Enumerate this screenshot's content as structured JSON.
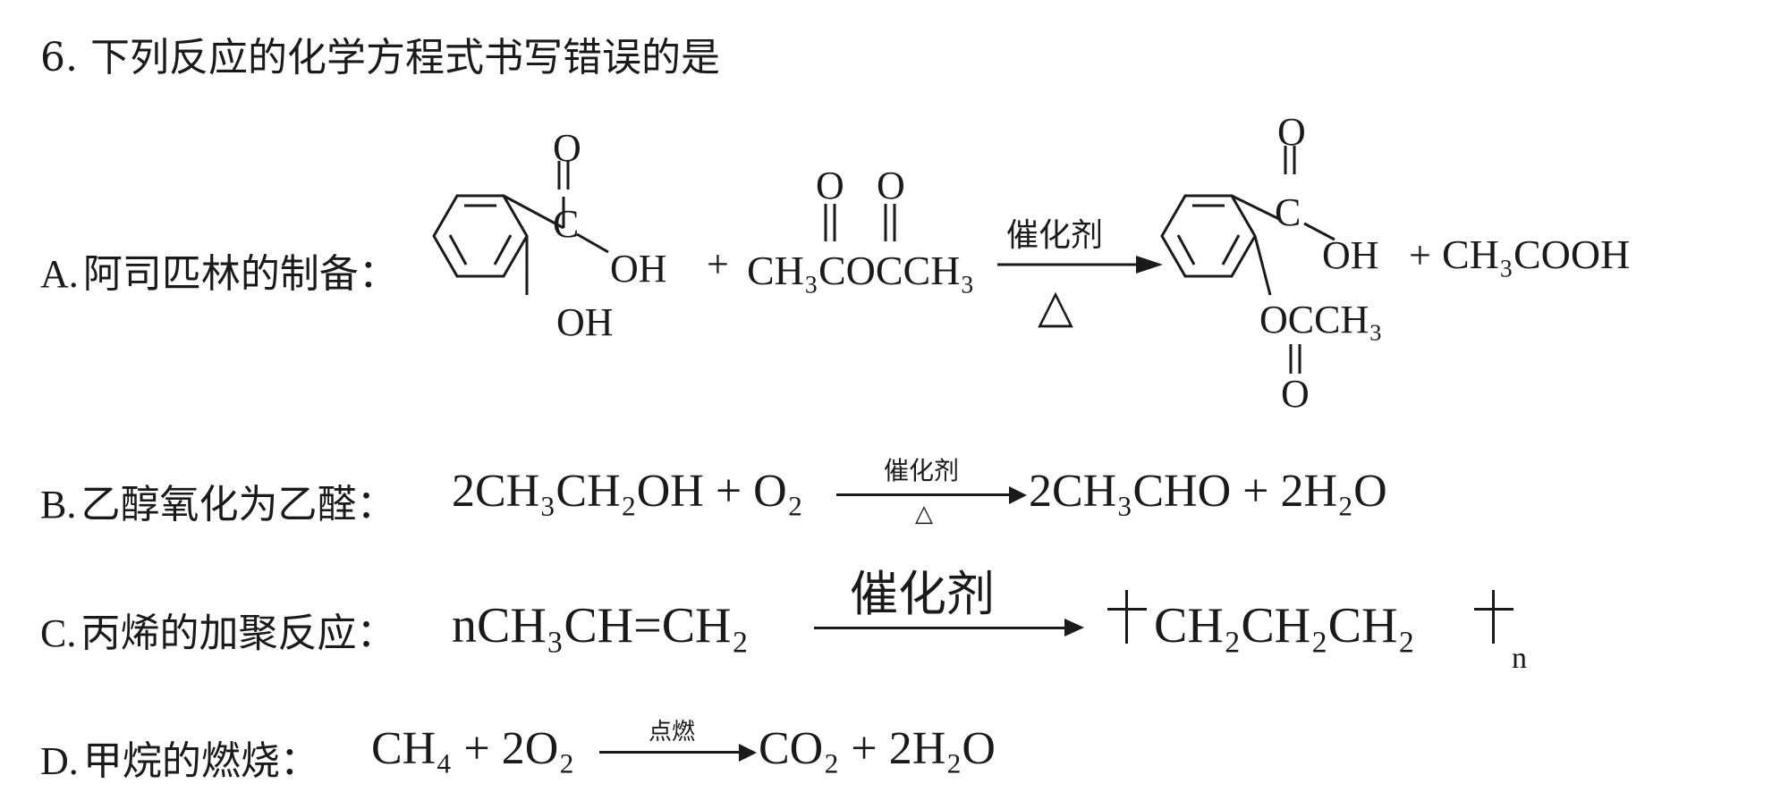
{
  "question": {
    "number": "6.",
    "text": "下列反应的化学方程式书写错误的是"
  },
  "options": {
    "A": {
      "letter": "A.",
      "label": "阿司匹林的制备：",
      "reactant1_groups": {
        "carbonyl_o": "O",
        "carbon": "C",
        "oh_top": "OH",
        "oh_bottom": "OH"
      },
      "plus1": "+",
      "anhydride": {
        "o1": "O",
        "o2": "O",
        "formula": "CH₃COCCH₃"
      },
      "catalyst": "催化剂",
      "condition": "△",
      "product_groups": {
        "carbonyl_o": "O",
        "carbon": "C",
        "oh": "OH",
        "ester": "OCCH₃",
        "ester_o": "O"
      },
      "plus2": "+",
      "byproduct": "CH₃COOH"
    },
    "B": {
      "letter": "B.",
      "label": "乙醇氧化为乙醛：",
      "left": "2CH₃CH₂OH + O₂",
      "catalyst": "催化剂",
      "condition": "△",
      "right": "2CH₃CHO + 2H₂O"
    },
    "C": {
      "letter": "C.",
      "label": "丙烯的加聚反应：",
      "left": "nCH₃CH=CH₂",
      "catalyst": "催化剂",
      "right": "CH₂CH₂CH₂",
      "subscript_n": "n"
    },
    "D": {
      "letter": "D.",
      "label": "甲烷的燃烧：",
      "left": "CH₄ + 2O₂",
      "condition": "点燃",
      "right": "CO₂ + 2H₂O"
    }
  }
}
